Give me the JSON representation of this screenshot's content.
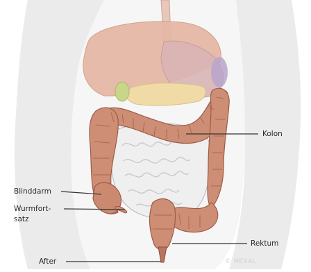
{
  "labels": {
    "kolon": "Kolon",
    "blinddarm": "Blinddarm",
    "wurmfortsatz_line1": "Wurmfort-",
    "wurmfortsatz_line2": "satz",
    "rektum": "Rektum",
    "after": "After"
  },
  "credit": "© HEXAL",
  "colors": {
    "background": "#ffffff",
    "body_silhouette": "#e9e9e9",
    "colon": "#cd8d74",
    "colon_dark": "#9a5a44",
    "small_intestine": "#eeeeee",
    "liver": "#e7b9a4",
    "stomach": "#c8b6c8",
    "pancreas": "#f1dca7",
    "leader_line": "#333333"
  }
}
